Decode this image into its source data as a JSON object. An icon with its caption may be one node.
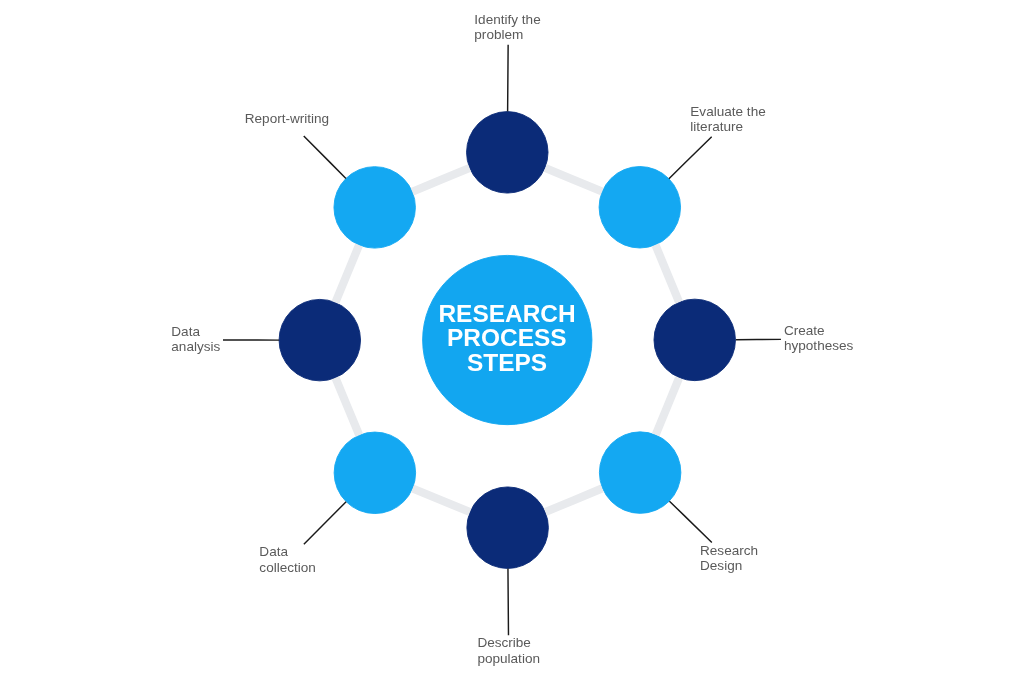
{
  "diagram": {
    "nodes": [
      {
        "text": [
          "RESEARCH PROCESS STEPS"
        ]
      },
      {
        "text": [
          "Identify the problem"
        ]
      },
      {
        "text": [],
        "shape": "circle"
      },
      {
        "text": [
          "Evaluate the literature"
        ]
      },
      {
        "text": [],
        "shape": "circle"
      },
      {
        "text": [
          "Create hypotheses"
        ]
      },
      {
        "text": [],
        "shape": "circle"
      },
      {
        "text": [
          "Research Design"
        ]
      },
      {
        "text": [],
        "shape": "circle"
      },
      {
        "text": [
          "Describe population"
        ]
      },
      {
        "text": [],
        "shape": "circle"
      },
      {
        "text": [
          "Data collection"
        ]
      },
      {
        "text": [],
        "shape": "circle"
      },
      {
        "text": [
          "Data analysis"
        ]
      },
      {
        "text": [],
        "shape": "circle"
      },
      {
        "text": [
          "Report-writing"
        ]
      },
      {
        "text": [],
        "shape": "circle"
      }
    ],
    "edges": [
      {
        "from": 1,
        "to": 2,
        "arrow": "none"
      },
      {
        "from": 3,
        "to": 4,
        "arrow": "none"
      },
      {
        "from": 5,
        "to": 6,
        "arrow": "none"
      },
      {
        "from": 7,
        "to": 8,
        "arrow": "none"
      },
      {
        "from": 9,
        "to": 10,
        "arrow": "none"
      },
      {
        "from": 11,
        "to": 12,
        "arrow": "none"
      },
      {
        "from": 13,
        "to": 14,
        "arrow": "none"
      },
      {
        "from": 15,
        "to": 16,
        "arrow": "none"
      },
      {
        "from": 2,
        "to": 4,
        "arrow": "none",
        "style": "thick",
        "color": "#e8eaed"
      },
      {
        "from": 4,
        "to": 6,
        "arrow": "none",
        "style": "thick",
        "color": "#e8eaed"
      },
      {
        "from": 6,
        "to": 8,
        "arrow": "none",
        "style": "thick",
        "color": "#e8eaed"
      },
      {
        "from": 8,
        "to": 10,
        "arrow": "none",
        "style": "thick",
        "color": "#e8eaed"
      },
      {
        "from": 10,
        "to": 12,
        "arrow": "none",
        "style": "thick",
        "color": "#e8eaed"
      },
      {
        "from": 12,
        "to": 14,
        "arrow": "none",
        "style": "thick",
        "color": "#e8eaed"
      },
      {
        "from": 14,
        "to": 16,
        "arrow": "none",
        "style": "thick",
        "color": "#e8eaed"
      },
      {
        "from": 16,
        "to": 2,
        "arrow": "none",
        "style": "thick",
        "color": "#e8eaed"
      }
    ]
  }
}
